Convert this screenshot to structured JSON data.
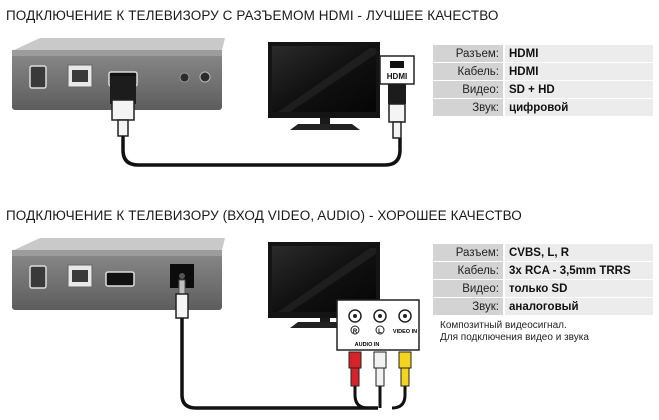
{
  "section1": {
    "title": "ПОДКЛЮЧЕНИЕ К ТЕЛЕВИЗОРУ С РАЗЪЕМОМ HDMI - ЛУЧШЕЕ КАЧЕСТВО",
    "tv_port_label": "HDMI",
    "specs": [
      {
        "key": "Разъем:",
        "value": "HDMI"
      },
      {
        "key": "Кабель:",
        "value": "HDMI"
      },
      {
        "key": "Видео:",
        "value": "SD + HD"
      },
      {
        "key": "Звук:",
        "value": "цифровой"
      }
    ]
  },
  "section2": {
    "title": "ПОДКЛЮЧЕНИЕ К ТЕЛЕВИЗОРУ (ВХОД VIDEO, AUDIO) - ХОРОШЕЕ КАЧЕСТВО",
    "port_r": "R",
    "port_l": "L",
    "port_video": "VIDEO IN",
    "port_audio": "AUDIO IN",
    "specs": [
      {
        "key": "Разъем:",
        "value": "CVBS, L, R"
      },
      {
        "key": "Кабель:",
        "value": "3x RCA - 3,5mm TRRS"
      },
      {
        "key": "Видео:",
        "value": "только SD"
      },
      {
        "key": "Звук:",
        "value": "аналоговый"
      }
    ],
    "note_line1": "Композитный видеосигнал.",
    "note_line2": "Для подключения видео и звука"
  },
  "colors": {
    "rca_red": "#d8222a",
    "rca_white": "#f2f2f2",
    "rca_yellow": "#f3d51f"
  }
}
